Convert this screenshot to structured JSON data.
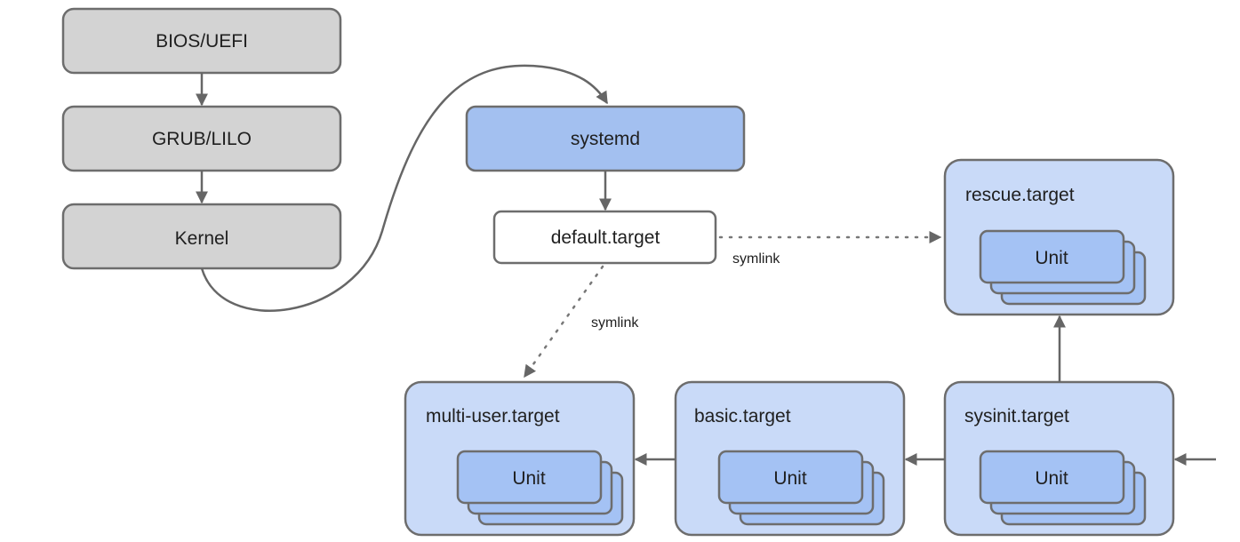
{
  "colors": {
    "gray_fill": "#d3d3d3",
    "gray_stroke": "#6d6d6d",
    "systemd_fill": "#a3c0f0",
    "target_fill": "#c9daf8",
    "unit_fill": "#a4c2f4",
    "line": "#666666"
  },
  "boot_stages": {
    "bios": "BIOS/UEFI",
    "bootloader": "GRUB/LILO",
    "kernel": "Kernel"
  },
  "systemd": "systemd",
  "default_target": "default.target",
  "symlink_labels": {
    "to_rescue": "symlink",
    "to_multi_user": "symlink"
  },
  "targets": {
    "rescue": {
      "name": "rescue.target",
      "unit_label": "Unit"
    },
    "multi_user": {
      "name": "multi-user.target",
      "unit_label": "Unit"
    },
    "basic": {
      "name": "basic.target",
      "unit_label": "Unit"
    },
    "sysinit": {
      "name": "sysinit.target",
      "unit_label": "Unit"
    }
  }
}
